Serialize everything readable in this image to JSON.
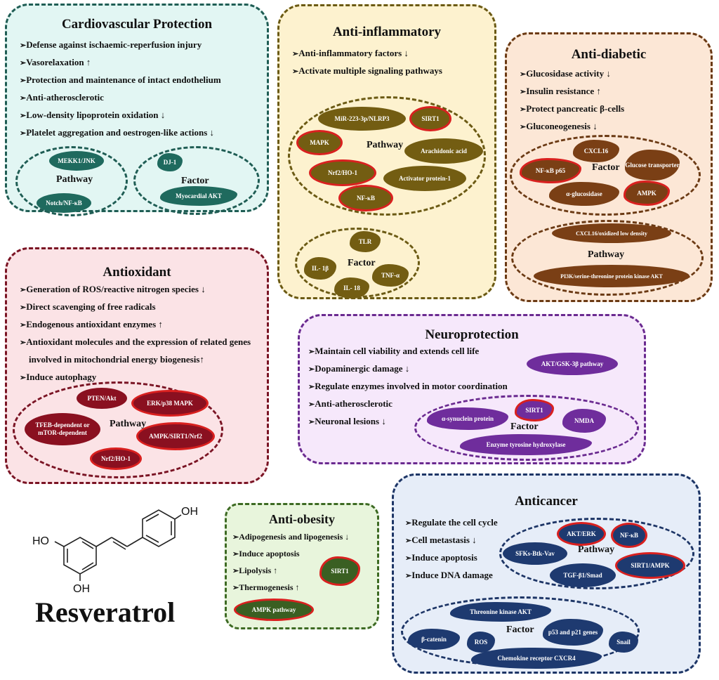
{
  "colors": {
    "highlight_border": "#d9201f",
    "cardio": {
      "fill": "#e2f6f3",
      "border": "#1f5d54",
      "node": "#1f6a5e"
    },
    "inflam": {
      "fill": "#fdf2cf",
      "border": "#6b5a14",
      "node": "#735d12"
    },
    "diabetic": {
      "fill": "#fce7d6",
      "border": "#6b3a14",
      "node": "#7a3f15"
    },
    "antiox": {
      "fill": "#fbe3e6",
      "border": "#7a1424",
      "node": "#8a1020"
    },
    "neuro": {
      "fill": "#f6e8fb",
      "border": "#6a2a90",
      "node": "#6f2d9c"
    },
    "obesity": {
      "fill": "#e8f5dc",
      "border": "#3d6a23",
      "node": "#3a5f22"
    },
    "cancer": {
      "fill": "#e6edf8",
      "border": "#1d3566",
      "node": "#1e3a70"
    }
  },
  "compound": {
    "name": "Resveratrol",
    "structure_labels": {
      "oh_top": "OH",
      "oh_left": "HO",
      "oh_bottom": "OH"
    }
  },
  "panels": {
    "cardio": {
      "title": "Cardiovascular Protection",
      "bullets": [
        "Defense against ischaemic-reperfusion injury",
        "Vasorelaxation ↑",
        "Protection and maintenance of intact endothelium",
        "Anti-atherosclerotic",
        "Low-density lipoprotein oxidation ↓",
        "Platelet aggregation and oestrogen-like actions ↓"
      ],
      "pathway": {
        "label": "Pathway",
        "nodes": [
          {
            "text": "MEKK1/JNK",
            "highlight": false
          },
          {
            "text": "Notch/NF-κB",
            "highlight": false
          }
        ]
      },
      "factor": {
        "label": "Factor",
        "nodes": [
          {
            "text": "DJ-1",
            "highlight": false
          },
          {
            "text": "Myocardial AKT",
            "highlight": false
          }
        ]
      }
    },
    "inflam": {
      "title": "Anti-inflammatory",
      "bullets": [
        "Anti-inflammatory factors ↓",
        "Activate multiple signaling pathways"
      ],
      "pathway": {
        "label": "Pathway",
        "nodes": [
          {
            "text": "MiR-223-3p/NLRP3",
            "highlight": false
          },
          {
            "text": "SIRT1",
            "highlight": true
          },
          {
            "text": "MAPK",
            "highlight": true
          },
          {
            "text": "Arachidonic acid",
            "highlight": false
          },
          {
            "text": "Nrf2/HO-1",
            "highlight": true
          },
          {
            "text": "Activator protein-1",
            "highlight": false
          },
          {
            "text": "NF-κB",
            "highlight": true
          }
        ]
      },
      "factor": {
        "label": "Factor",
        "nodes": [
          {
            "text": "TLR",
            "highlight": false
          },
          {
            "text": "IL- 1β",
            "highlight": false
          },
          {
            "text": "TNF-α",
            "highlight": false
          },
          {
            "text": "IL- 18",
            "highlight": false
          }
        ]
      }
    },
    "diabetic": {
      "title": "Anti-diabetic",
      "bullets": [
        "Glucosidase activity ↓",
        "Insulin resistance ↑",
        "Protect pancreatic β-cells",
        "Gluconeogenesis ↓"
      ],
      "factor": {
        "label": "Factor",
        "nodes": [
          {
            "text": "CXCL16",
            "highlight": false
          },
          {
            "text": "NF-κB p65",
            "highlight": true
          },
          {
            "text": "Glucose transporter",
            "highlight": false
          },
          {
            "text": "α-glucosidase",
            "highlight": false
          },
          {
            "text": "AMPK",
            "highlight": true
          }
        ]
      },
      "pathway": {
        "label": "Pathway",
        "nodes": [
          {
            "text": "CXCL16/oxidized low density",
            "highlight": false
          },
          {
            "text": "PI3K/serine-threonine protein kinase AKT",
            "highlight": false
          }
        ]
      }
    },
    "antiox": {
      "title": "Antioxidant",
      "bullets": [
        "Generation of ROS/reactive nitrogen species ↓",
        "Direct scavenging of free radicals",
        "Endogenous antioxidant enzymes ↑",
        "Antioxidant molecules and the expression of related genes",
        "involved in mitochondrial energy biogenesis↑",
        "Induce autophagy"
      ],
      "pathway": {
        "label": "Pathway",
        "nodes": [
          {
            "text": "PTEN/Akt",
            "highlight": false
          },
          {
            "text": "ERK/p38 MAPK",
            "highlight": true
          },
          {
            "text": "TFEB-dependent or mTOR-dependent",
            "highlight": false
          },
          {
            "text": "AMPK/SIRT1/Nrf2",
            "highlight": true
          },
          {
            "text": "Nrf2/HO-1",
            "highlight": true
          }
        ]
      }
    },
    "neuro": {
      "title": "Neuroprotection",
      "bullets": [
        "Maintain cell viability and extends cell life",
        "Dopaminergic damage ↓",
        "Regulate enzymes involved in motor coordination",
        "Anti-atherosclerotic",
        "Neuronal lesions ↓"
      ],
      "pathway_node": {
        "text": "AKT/GSK-3β pathway",
        "highlight": false
      },
      "factor": {
        "label": "Factor",
        "nodes": [
          {
            "text": "SIRT1",
            "highlight": true
          },
          {
            "text": "α-synuclein protein",
            "highlight": false
          },
          {
            "text": "NMDA",
            "highlight": false
          },
          {
            "text": "Enzyme tyrosine hydroxylase",
            "highlight": false
          }
        ]
      }
    },
    "obesity": {
      "title": "Anti-obesity",
      "bullets": [
        "Adipogenesis and lipogenesis ↓",
        "Induce apoptosis",
        "Lipolysis ↑",
        "Thermogenesis ↑"
      ],
      "nodes": [
        {
          "text": "SIRT1",
          "highlight": true
        },
        {
          "text": "AMPK pathway",
          "highlight": true
        }
      ]
    },
    "cancer": {
      "title": "Anticancer",
      "bullets": [
        "Regulate the cell cycle",
        "Cell metastasis ↓",
        "Induce apoptosis",
        "Induce DNA damage"
      ],
      "pathway": {
        "label": "Pathway",
        "nodes": [
          {
            "text": "AKT/ERK",
            "highlight": true
          },
          {
            "text": "NF-κB",
            "highlight": true
          },
          {
            "text": "SFKs-Btk-Vav",
            "highlight": false
          },
          {
            "text": "SIRT1/AMPK",
            "highlight": true
          },
          {
            "text": "TGF-β1/Smad",
            "highlight": false
          }
        ]
      },
      "factor": {
        "label": "Factor",
        "nodes": [
          {
            "text": "Threonine kinase AKT",
            "highlight": false
          },
          {
            "text": "p53 and p21 genes",
            "highlight": false
          },
          {
            "text": "β-catenin",
            "highlight": false
          },
          {
            "text": "ROS",
            "highlight": false
          },
          {
            "text": "Snail",
            "highlight": false
          },
          {
            "text": "Chemokine receptor CXCR4",
            "highlight": false
          }
        ]
      }
    }
  }
}
